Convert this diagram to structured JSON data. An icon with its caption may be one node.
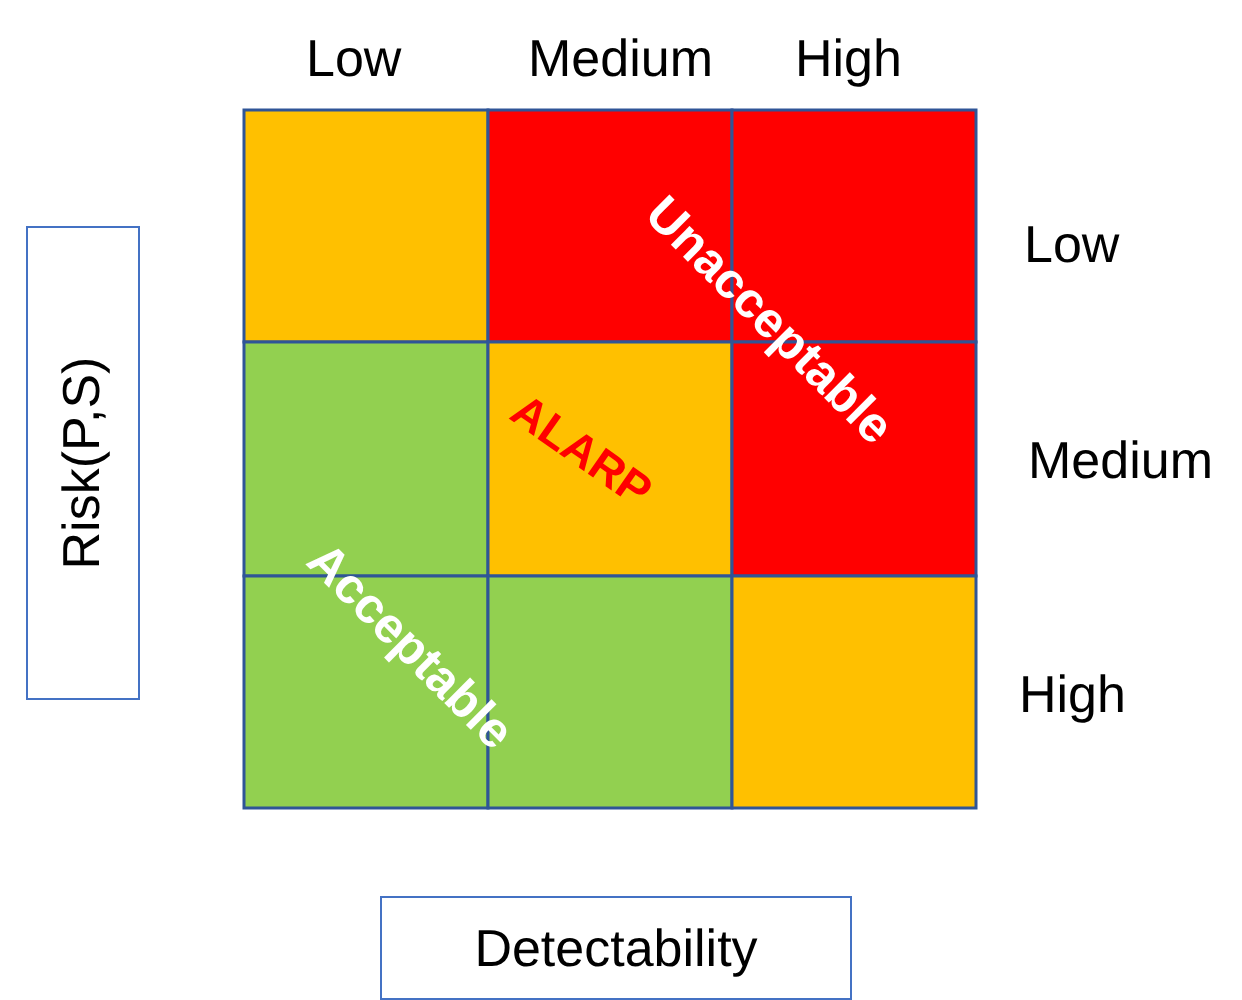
{
  "diagram": {
    "nodes": [
      {
        "text": [
          "Risk(P,S)"
        ]
      },
      {
        "text": [
          "Detectability"
        ]
      }
    ],
    "labels": [
      "Low",
      "Medium",
      "High",
      "Low",
      "Unacceptable",
      "ALARP",
      "Medium",
      "Acceptable",
      "High"
    ]
  }
}
